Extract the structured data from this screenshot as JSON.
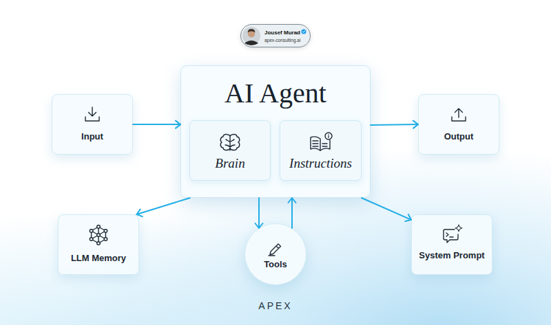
{
  "diagram": {
    "nodes": [
      {
        "text": [
          "Jousef Murad",
          "apex-consulting.ai"
        ]
      },
      {
        "text": [
          "Input"
        ]
      },
      {
        "text": [
          "AI Agent"
        ]
      },
      {
        "text": [
          "Brain"
        ],
        "in": 2
      },
      {
        "text": [
          "Instructions"
        ],
        "in": 2
      },
      {
        "text": [
          "Output"
        ]
      },
      {
        "text": [
          "LLM Memory"
        ]
      },
      {
        "text": [
          "Tools"
        ]
      },
      {
        "text": [
          "System Prompt"
        ]
      }
    ],
    "edges": [
      {
        "from": 1,
        "to": 2,
        "arrow": "to"
      },
      {
        "from": 2,
        "to": 5,
        "arrow": "to"
      },
      {
        "from": 2,
        "to": 6,
        "arrow": "to"
      },
      {
        "from": 2,
        "to": 7,
        "arrow": "to"
      },
      {
        "from": 7,
        "to": 2,
        "arrow": "to"
      },
      {
        "from": 2,
        "to": 8,
        "arrow": "to"
      }
    ],
    "labels": [
      "APEX"
    ]
  }
}
